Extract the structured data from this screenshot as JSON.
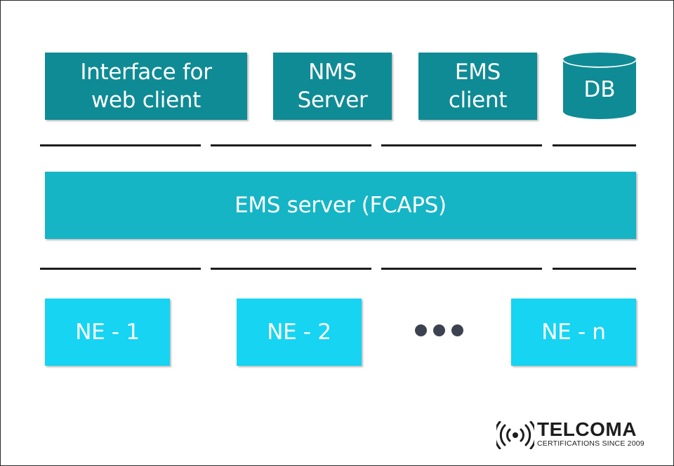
{
  "top_row": {
    "web_client": "Interface for\nweb client",
    "nms_server": "NMS\nServer",
    "ems_client": "EMS\nclient",
    "db": "DB"
  },
  "middle": {
    "ems_server": "EMS server (FCAPS)"
  },
  "bottom_row": {
    "ne1": "NE - 1",
    "ne2": "NE - 2",
    "nen": "NE - n"
  },
  "logo": {
    "name": "TELCOMA",
    "tagline": "CERTIFICATIONS SINCE 2009"
  },
  "colors": {
    "dark_teal": "#0f8b95",
    "mid_teal": "#15b5c6",
    "light_cyan": "#16d4f2",
    "dots": "#3d4250"
  },
  "icons": [
    "database-icon",
    "ellipsis-icon",
    "signal-broadcast-icon"
  ]
}
